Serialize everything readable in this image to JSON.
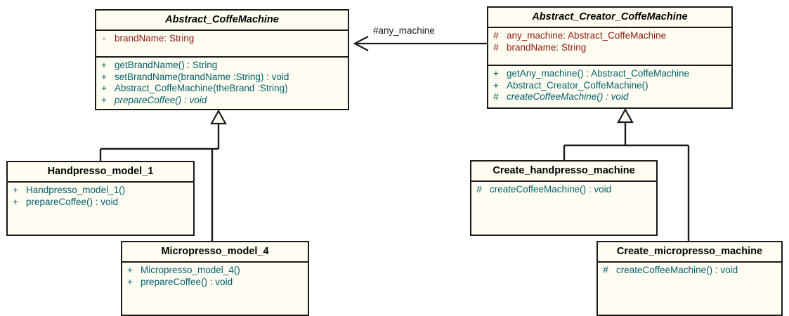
{
  "diagram": {
    "title": "Abstract Factory UML class diagram",
    "colors": {
      "box_fill": "#FFFDF2",
      "box_border": "#1A1A1A",
      "attribute_text": "#8B1A10",
      "method_text": "#00606B",
      "class_name_text": "#000000",
      "line": "#1A1A1A",
      "background": "#FFFFFF"
    }
  },
  "classes": {
    "abstract_coffee_machine": {
      "name": "Abstract_CoffeMachine",
      "is_abstract": true,
      "attributes": [
        {
          "visibility": "-",
          "text": "brandName:  String",
          "abstract": false
        }
      ],
      "methods": [
        {
          "visibility": "+",
          "text": "getBrandName() : String",
          "abstract": false
        },
        {
          "visibility": "+",
          "text": "setBrandName(brandName :String) : void",
          "abstract": false
        },
        {
          "visibility": "+",
          "text": "Abstract_CoffeMachine(theBrand :String)",
          "abstract": false
        },
        {
          "visibility": "+",
          "text": "prepareCoffee() : void",
          "abstract": true
        }
      ]
    },
    "abstract_creator_coffee_machine": {
      "name": "Abstract_Creator_CoffeMachine",
      "is_abstract": true,
      "attributes": [
        {
          "visibility": "#",
          "text": "any_machine:  Abstract_CoffeMachine",
          "abstract": false
        },
        {
          "visibility": "#",
          "text": "brandName:  String",
          "abstract": false
        }
      ],
      "methods": [
        {
          "visibility": "+",
          "text": "getAny_machine() : Abstract_CoffeMachine",
          "abstract": false
        },
        {
          "visibility": "+",
          "text": "Abstract_Creator_CoffeMachine()",
          "abstract": false
        },
        {
          "visibility": "#",
          "text": "createCoffeeMachine() : void",
          "abstract": true
        }
      ]
    },
    "handpresso_model_1": {
      "name": "Handpresso_model_1",
      "is_abstract": false,
      "attributes": [],
      "methods": [
        {
          "visibility": "+",
          "text": "Handpresso_model_1()",
          "abstract": false
        },
        {
          "visibility": "+",
          "text": "prepareCoffee() : void",
          "abstract": false
        }
      ]
    },
    "micropresso_model_4": {
      "name": "Micropresso_model_4",
      "is_abstract": false,
      "attributes": [],
      "methods": [
        {
          "visibility": "+",
          "text": "Micropresso_model_4()",
          "abstract": false
        },
        {
          "visibility": "+",
          "text": "prepareCoffee() : void",
          "abstract": false
        }
      ]
    },
    "create_handpresso_machine": {
      "name": "Create_handpresso_machine",
      "is_abstract": false,
      "attributes": [],
      "methods": [
        {
          "visibility": "#",
          "text": "createCoffeeMachine() : void",
          "abstract": false
        }
      ]
    },
    "create_micropresso_machine": {
      "name": "Create_micropresso_machine",
      "is_abstract": false,
      "attributes": [],
      "methods": [
        {
          "visibility": "#",
          "text": "createCoffeeMachine() : void",
          "abstract": false
        }
      ]
    }
  },
  "relationships": {
    "association": {
      "label": "#any_machine",
      "from": "Abstract_Creator_CoffeMachine",
      "to": "Abstract_CoffeMachine",
      "arrow": "open-arrow"
    },
    "generalizations": [
      {
        "child": "Handpresso_model_1",
        "parent": "Abstract_CoffeMachine"
      },
      {
        "child": "Micropresso_model_4",
        "parent": "Abstract_CoffeMachine"
      },
      {
        "child": "Create_handpresso_machine",
        "parent": "Abstract_Creator_CoffeMachine"
      },
      {
        "child": "Create_micropresso_machine",
        "parent": "Abstract_Creator_CoffeMachine"
      }
    ]
  }
}
